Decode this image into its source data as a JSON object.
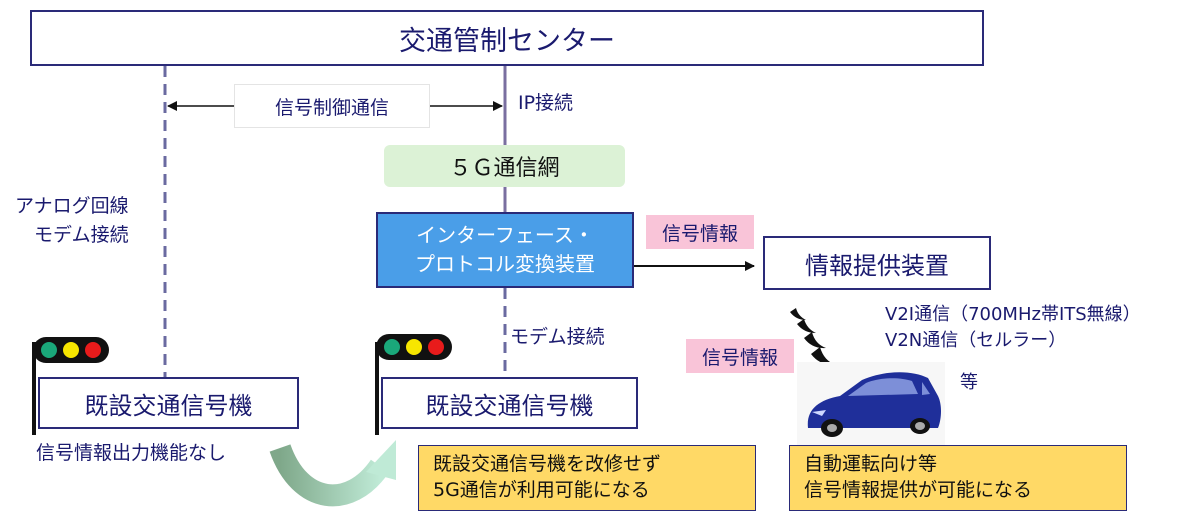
{
  "center": {
    "title": "交通管制センター"
  },
  "labels": {
    "signal_control": "信号制御通信",
    "ip": "IP接続",
    "analog": [
      "アナログ回線",
      "モデム接続"
    ],
    "modem": "モデム接続",
    "no_output": "信号情報出力機能なし",
    "signal_info_1": "信号情報",
    "signal_info_2": "信号情報"
  },
  "network": {
    "label": "５Ｇ通信網"
  },
  "interface_box": {
    "lines": [
      "インターフェース・",
      "プロトコル変換装置"
    ]
  },
  "info_device": {
    "label": "情報提供装置"
  },
  "signals": {
    "left": "既設交通信号機",
    "right": "既設交通信号機"
  },
  "comm": {
    "v2i": "V2I通信（700MHz帯ITS無線）",
    "v2n": "V2N通信（セルラー）",
    "etc": "等"
  },
  "notes": {
    "left": [
      "既設交通信号機を改修せず",
      "5G通信が利用可能になる"
    ],
    "right": [
      "自動運転向け等",
      "信号情報提供が可能になる"
    ]
  },
  "colors": {
    "navy": "#2a2a78",
    "interface_blue": "#4a9ee8",
    "network_green": "#dcf2d6",
    "pink": "#f9c4d8",
    "note_yellow": "#ffd966",
    "car_blue": "#1f2f9a",
    "lamp_green": "#1aa87a",
    "lamp_yellow": "#f7e600",
    "lamp_red": "#e81b1b"
  },
  "icons": [
    "traffic-light-icon",
    "car-icon",
    "wave-icon",
    "curved-arrow-icon"
  ]
}
